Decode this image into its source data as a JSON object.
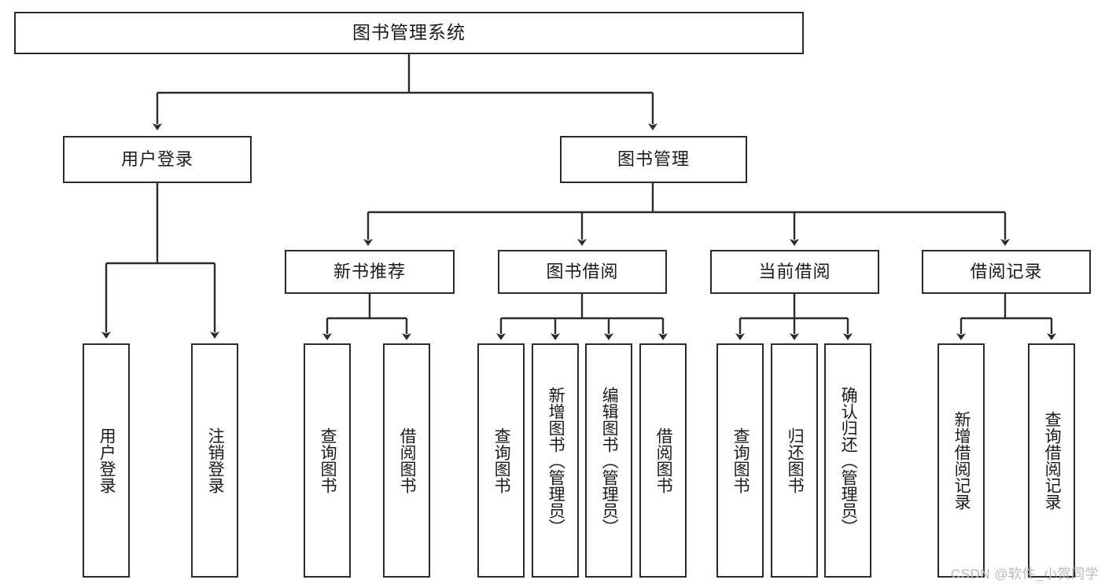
{
  "diagram": {
    "type": "tree-hierarchy",
    "title": "图书管理系统",
    "root": {
      "label": "图书管理系统"
    },
    "level1": [
      {
        "key": "user-login",
        "label": "用户登录"
      },
      {
        "key": "book-manage",
        "label": "图书管理"
      }
    ],
    "level2": [
      {
        "key": "new-book-recommend",
        "label": "新书推荐"
      },
      {
        "key": "book-borrow",
        "label": "图书借阅"
      },
      {
        "key": "current-borrow",
        "label": "当前借阅"
      },
      {
        "key": "borrow-record",
        "label": "借阅记录"
      }
    ],
    "leaves": {
      "user_login": [
        {
          "key": "leaf-user-login",
          "label": "用户登录"
        },
        {
          "key": "leaf-logout-login",
          "label": "注销登录"
        }
      ],
      "new_book_recommend": [
        {
          "key": "leaf-query-book-1",
          "label": "查询图书"
        },
        {
          "key": "leaf-borrow-book-1",
          "label": "借阅图书"
        }
      ],
      "book_borrow": [
        {
          "key": "leaf-query-book-2",
          "label": "查询图书"
        },
        {
          "key": "leaf-add-book",
          "label": "新增图书（管理员）"
        },
        {
          "key": "leaf-edit-book",
          "label": "编辑图书（管理员）"
        },
        {
          "key": "leaf-borrow-book-2",
          "label": "借阅图书"
        }
      ],
      "current_borrow": [
        {
          "key": "leaf-query-book-3",
          "label": "查询图书"
        },
        {
          "key": "leaf-return-book",
          "label": "归还图书"
        },
        {
          "key": "leaf-confirm-return",
          "label": "确认归还（管理员）"
        }
      ],
      "borrow_record": [
        {
          "key": "leaf-add-record",
          "label": "新增借阅记录"
        },
        {
          "key": "leaf-query-record",
          "label": "查询借阅记录"
        }
      ]
    }
  },
  "watermark": {
    "text": "CSDN @软件_小贺同学"
  },
  "colors": {
    "stroke": "#2b2b2b",
    "fill": "#ffffff",
    "text": "#1a1a1a",
    "watermark": "#b9b9b9"
  }
}
